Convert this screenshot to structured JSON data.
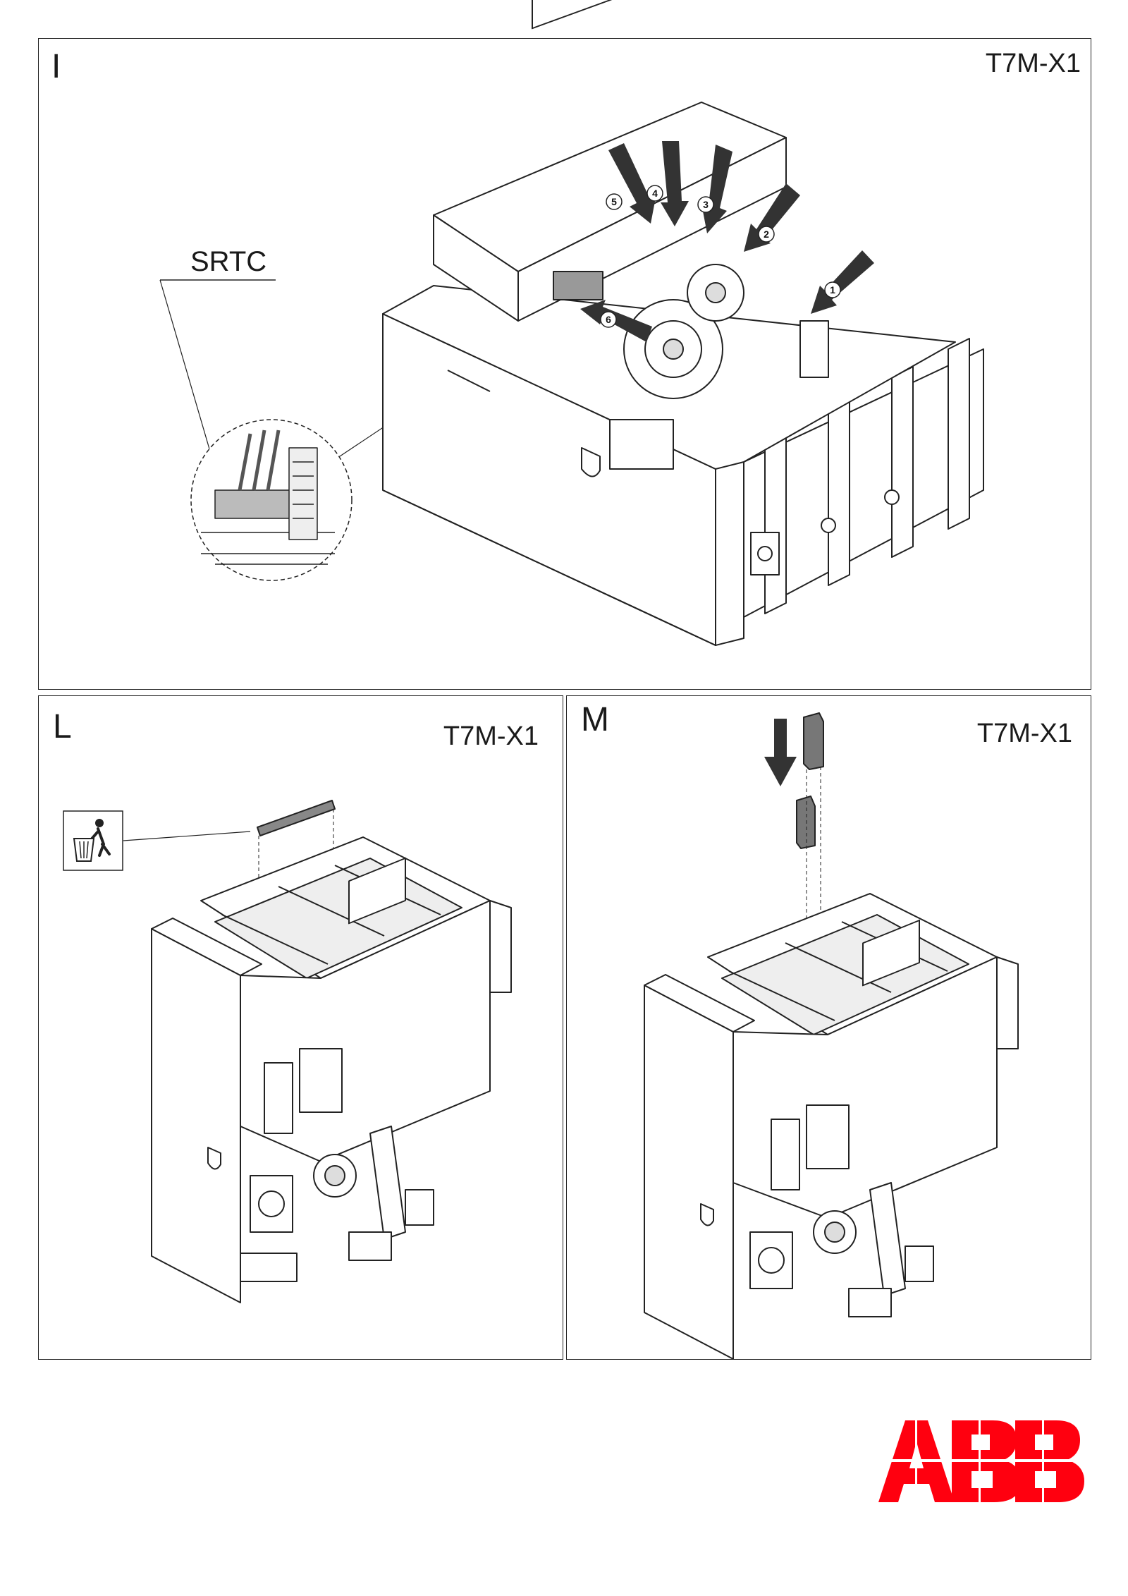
{
  "panels": {
    "i": {
      "letter": "I",
      "model": "T7M-X1"
    },
    "l": {
      "letter": "L",
      "model": "T7M-X1"
    },
    "m": {
      "letter": "M",
      "model": "T7M-X1"
    }
  },
  "callout": {
    "label": "SRTC"
  },
  "step_markers": [
    "1",
    "2",
    "3",
    "4",
    "5",
    "6"
  ],
  "icons": {
    "dispose": "trash-bin-icon"
  },
  "brand": {
    "name": "ABB",
    "color": "#ff000f"
  }
}
